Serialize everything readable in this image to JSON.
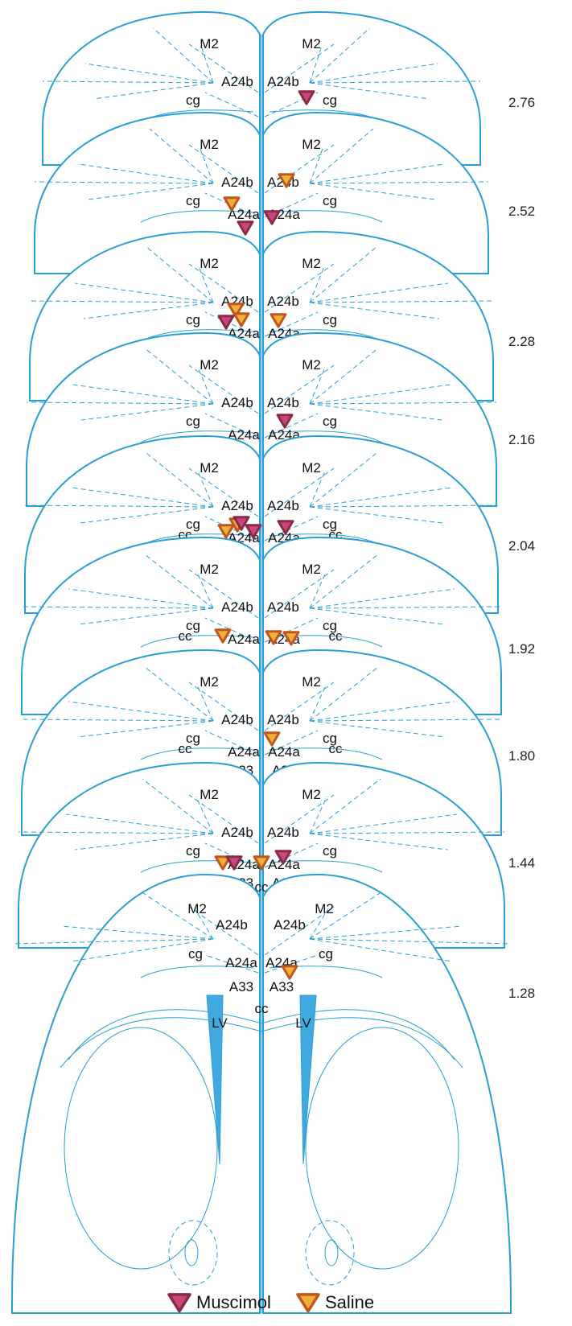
{
  "sections": [
    {
      "coord": "2.76",
      "labels": {
        "m2_l": "M2",
        "m2_r": "M2",
        "a24b_l": "A24b",
        "a24b_r": "A24b",
        "cg_l": "cg",
        "cg_r": "cg"
      }
    },
    {
      "coord": "2.52",
      "labels": {
        "m2_l": "M2",
        "m2_r": "M2",
        "a24b_l": "A24b",
        "a24b_r": "A24b",
        "cg_l": "cg",
        "cg_r": "cg",
        "a24a_l": "A24a",
        "a24a_r": "A24a"
      }
    },
    {
      "coord": "2.28",
      "labels": {
        "m2_l": "M2",
        "m2_r": "M2",
        "a24b_l": "A24b",
        "a24b_r": "A24b",
        "cg_l": "cg",
        "cg_r": "cg",
        "a24a_l": "A24a",
        "a24a_r": "A24a"
      }
    },
    {
      "coord": "2.16",
      "labels": {
        "m2_l": "M2",
        "m2_r": "M2",
        "a24b_l": "A24b",
        "a24b_r": "A24b",
        "cg_l": "cg",
        "cg_r": "cg",
        "a24a_l": "A24a",
        "a24a_r": "A24a"
      }
    },
    {
      "coord": "2.04",
      "labels": {
        "m2_l": "M2",
        "m2_r": "M2",
        "a24b_l": "A24b",
        "a24b_r": "A24b",
        "cg_l": "cg",
        "cg_r": "cg",
        "a24a_l": "A24a",
        "a24a_r": "A24a",
        "cc_l": "cc",
        "cc_r": "cc"
      }
    },
    {
      "coord": "1.92",
      "labels": {
        "m2_l": "M2",
        "m2_r": "M2",
        "a24b_l": "A24b",
        "a24b_r": "A24b",
        "cg_l": "cg",
        "cg_r": "cg",
        "a24a_l": "A24a",
        "a24a_r": "A24a",
        "cc_l": "cc",
        "cc_r": "cc"
      }
    },
    {
      "coord": "1.80",
      "labels": {
        "m2_l": "M2",
        "m2_r": "M2",
        "a24b_l": "A24b",
        "a24b_r": "A24b",
        "cg_l": "cg",
        "cg_r": "cg",
        "a24a_l": "A24a",
        "a24a_r": "A24a",
        "cc_l": "cc",
        "cc_r": "cc",
        "a33_l": "A33",
        "a33_r": "A33"
      }
    },
    {
      "coord": "1.44",
      "labels": {
        "m2_l": "M2",
        "m2_r": "M2",
        "a24b_l": "A24b",
        "a24b_r": "A24b",
        "cg_l": "cg",
        "cg_r": "cg",
        "a24a_l": "A24a",
        "a24a_r": "A24a",
        "a33_l": "A33",
        "a33_r": "A33",
        "cc_c": "cc"
      }
    },
    {
      "coord": "1.28",
      "labels": {
        "m2_l": "M2",
        "m2_r": "M2",
        "a24b_l": "A24b",
        "a24b_r": "A24b",
        "cg_l": "cg",
        "cg_r": "cg",
        "a24a_l": "A24a",
        "a24a_r": "A24a",
        "a33_l": "A33",
        "a33_r": "A33",
        "cc_c": "cc",
        "lv_l": "LV",
        "lv_r": "LV"
      }
    }
  ],
  "markers": [
    {
      "section": "2.76",
      "group": "muscimol"
    },
    {
      "section": "2.52",
      "group": "saline"
    },
    {
      "section": "2.52",
      "group": "saline"
    },
    {
      "section": "2.52",
      "group": "muscimol"
    },
    {
      "section": "2.52",
      "group": "muscimol"
    },
    {
      "section": "2.28",
      "group": "saline"
    },
    {
      "section": "2.28",
      "group": "saline"
    },
    {
      "section": "2.28",
      "group": "muscimol"
    },
    {
      "section": "2.28",
      "group": "saline"
    },
    {
      "section": "2.16",
      "group": "muscimol"
    },
    {
      "section": "2.04",
      "group": "saline"
    },
    {
      "section": "2.04",
      "group": "saline"
    },
    {
      "section": "2.04",
      "group": "muscimol"
    },
    {
      "section": "2.04",
      "group": "muscimol"
    },
    {
      "section": "2.04",
      "group": "muscimol"
    },
    {
      "section": "1.92",
      "group": "saline"
    },
    {
      "section": "1.92",
      "group": "saline"
    },
    {
      "section": "1.92",
      "group": "saline"
    },
    {
      "section": "1.80",
      "group": "saline"
    },
    {
      "section": "1.44",
      "group": "saline"
    },
    {
      "section": "1.44",
      "group": "muscimol"
    },
    {
      "section": "1.44",
      "group": "saline"
    },
    {
      "section": "1.44",
      "group": "muscimol"
    },
    {
      "section": "1.28",
      "group": "saline"
    }
  ],
  "legend": [
    {
      "key": "muscimol",
      "label": "Muscimol",
      "fill": "#c8467e",
      "stroke": "#8b2a45"
    },
    {
      "key": "saline",
      "label": "Saline",
      "fill": "#f0b13a",
      "stroke": "#c0561e"
    }
  ],
  "colors": {
    "atlas": "#2a9fd6",
    "ventricle": "#3fa9e0"
  }
}
